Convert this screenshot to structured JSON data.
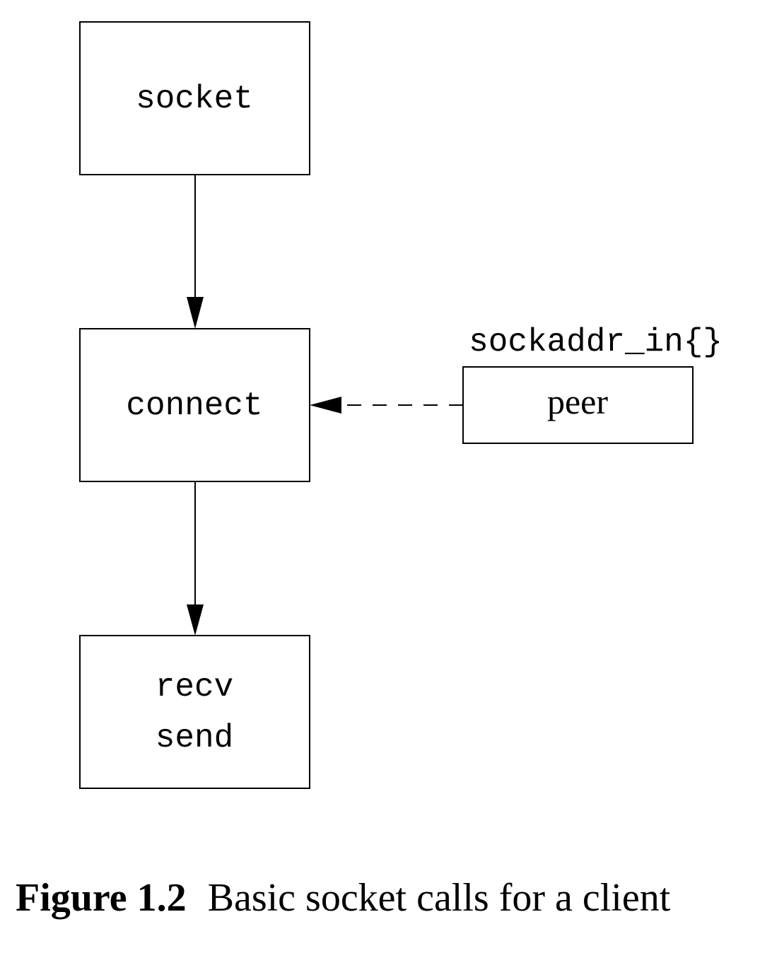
{
  "diagram": {
    "nodes": {
      "socket": {
        "lines": [
          "socket"
        ]
      },
      "connect": {
        "lines": [
          "connect"
        ]
      },
      "recv_send": {
        "lines": [
          "recv",
          "send"
        ]
      },
      "peer": {
        "label": "peer",
        "struct_label": "sockaddr_in{}"
      }
    },
    "edges": [
      {
        "from": "socket",
        "to": "connect",
        "style": "solid"
      },
      {
        "from": "connect",
        "to": "recv_send",
        "style": "solid"
      },
      {
        "from": "peer",
        "to": "connect",
        "style": "dashed"
      }
    ]
  },
  "caption": {
    "number": "Figure 1.2",
    "text": "Basic socket calls for a client"
  }
}
